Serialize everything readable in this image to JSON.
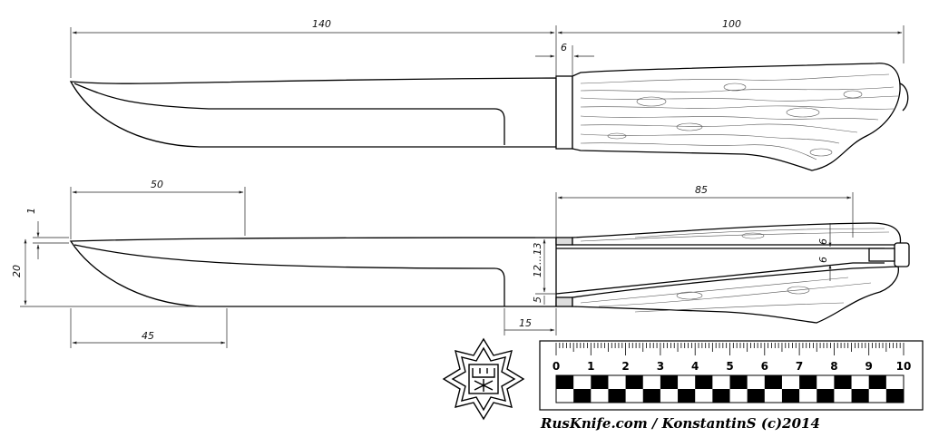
{
  "dimensions": {
    "blade_length": "140",
    "handle_length": "100",
    "guard_width": "6",
    "bevel_length": "50",
    "tang_length": "85",
    "spine_drop": "1",
    "blade_height": "20",
    "tang_height": "12...13",
    "tang_end_height": "6",
    "ricasso_height": "5",
    "ricasso_length": "15",
    "tip_curve_length": "45"
  },
  "ruler": {
    "numbers": [
      "0",
      "1",
      "2",
      "3",
      "4",
      "5",
      "6",
      "7",
      "8",
      "9",
      "10"
    ]
  },
  "credit": "RusKnife.com / KonstantinS (c)2014",
  "colors": {
    "line": "#000000",
    "dim_line": "#222222",
    "background": "#ffffff"
  }
}
